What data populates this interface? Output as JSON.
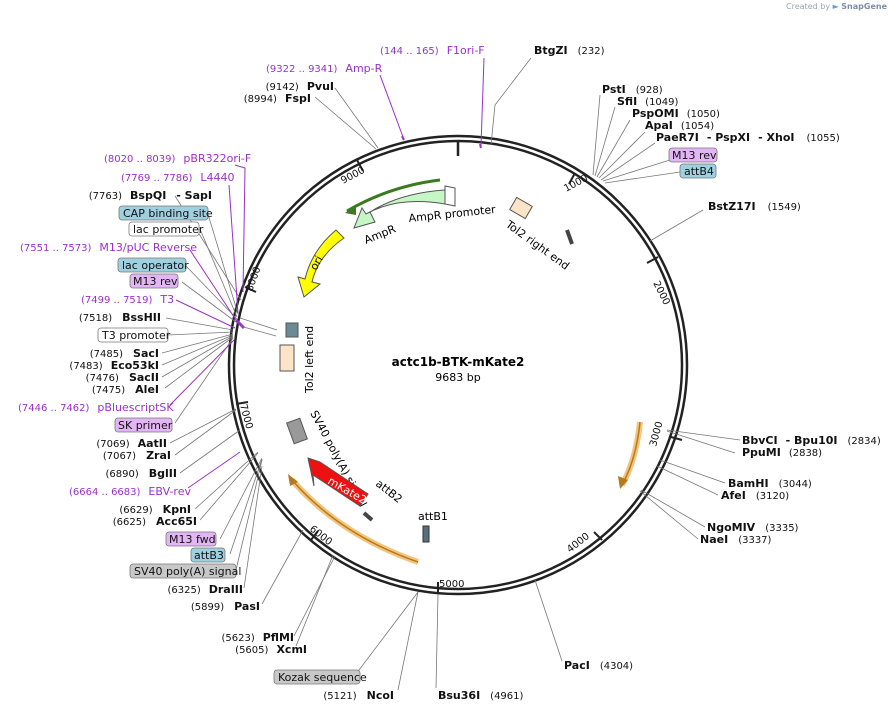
{
  "credit": {
    "prefix": "Created by",
    "brand": "SnapGene"
  },
  "plasmid": {
    "name": "actc1b-BTK-mKate2",
    "length": "9683 bp",
    "total_bp": 9683
  },
  "ticks": [
    "1000",
    "2000",
    "3000",
    "4000",
    "5000",
    "6000",
    "7000",
    "8000",
    "9000"
  ],
  "sites": [
    {
      "name": "BtgZI",
      "pos": "(232)"
    },
    {
      "name": "PstI",
      "pos": "(928)"
    },
    {
      "name": "SfiI",
      "pos": "(1049)"
    },
    {
      "name": "PspOMI",
      "pos": "(1050)"
    },
    {
      "name": "ApaI",
      "pos": "(1054)"
    },
    {
      "name": "PaeR7I",
      "pos": ""
    },
    {
      "name": "- PspXI",
      "pos": ""
    },
    {
      "name": "- XhoI",
      "pos": "(1055)"
    },
    {
      "name": "BstZ17I",
      "pos": "(1549)"
    },
    {
      "name": "BbvCI",
      "pos": ""
    },
    {
      "name": "- Bpu10I",
      "pos": "(2834)"
    },
    {
      "name": "PpuMI",
      "pos": "(2838)"
    },
    {
      "name": "BamHI",
      "pos": "(3044)"
    },
    {
      "name": "AfeI",
      "pos": "(3120)"
    },
    {
      "name": "NgoMIV",
      "pos": "(3335)"
    },
    {
      "name": "NaeI",
      "pos": "(3337)"
    },
    {
      "name": "PacI",
      "pos": "(4304)"
    },
    {
      "name": "Bsu36I",
      "pos": "(4961)"
    },
    {
      "name": "NcoI",
      "pos": "(5121)"
    },
    {
      "name": "XcmI",
      "pos": "(5605)"
    },
    {
      "name": "PflMI",
      "pos": "(5623)"
    },
    {
      "name": "PasI",
      "pos": "(5899)"
    },
    {
      "name": "DraIII",
      "pos": "(6325)"
    },
    {
      "name": "Acc65I",
      "pos": "(6625)"
    },
    {
      "name": "KpnI",
      "pos": "(6629)"
    },
    {
      "name": "BglII",
      "pos": "(6890)"
    },
    {
      "name": "ZraI",
      "pos": "(7067)"
    },
    {
      "name": "AatII",
      "pos": "(7069)"
    },
    {
      "name": "AleI",
      "pos": "(7475)"
    },
    {
      "name": "SacII",
      "pos": "(7476)"
    },
    {
      "name": "Eco53kI",
      "pos": "(7483)"
    },
    {
      "name": "SacI",
      "pos": "(7485)"
    },
    {
      "name": "BssHII",
      "pos": "(7518)"
    },
    {
      "name": "BspQI",
      "pos": "(7763)"
    },
    {
      "name": "- SapI",
      "pos": ""
    },
    {
      "name": "FspI",
      "pos": "(8994)"
    },
    {
      "name": "PvuI",
      "pos": "(9142)"
    }
  ],
  "primers": [
    {
      "range": "(144 .. 165)",
      "name": "F1ori-F"
    },
    {
      "range": "(9322 .. 9341)",
      "name": "Amp-R"
    },
    {
      "range": "(8020 .. 8039)",
      "name": "pBR322ori-F"
    },
    {
      "range": "(7769 .. 7786)",
      "name": "L4440"
    },
    {
      "range": "(7551 .. 7573)",
      "name": "M13/pUC Reverse"
    },
    {
      "range": "(7499 .. 7519)",
      "name": "T3"
    },
    {
      "range": "(7446 .. 7462)",
      "name": "pBluescriptSK"
    },
    {
      "range": "(6664 .. 6683)",
      "name": "EBV-rev"
    }
  ],
  "boxed_features": [
    {
      "label": "M13 rev",
      "kind": "primer_bind"
    },
    {
      "label": "attB4",
      "kind": "att"
    },
    {
      "label": "CAP binding site",
      "kind": "att"
    },
    {
      "label": "lac promoter",
      "kind": "promoter"
    },
    {
      "label": "lac operator",
      "kind": "att"
    },
    {
      "label": "M13 rev",
      "kind": "primer_bind"
    },
    {
      "label": "T3 promoter",
      "kind": "promoter"
    },
    {
      "label": "SK primer",
      "kind": "primer_bind"
    },
    {
      "label": "M13 fwd",
      "kind": "primer_bind"
    },
    {
      "label": "attB3",
      "kind": "att"
    },
    {
      "label": "SV40 poly(A) signal",
      "kind": "polyA"
    },
    {
      "label": "Kozak sequence",
      "kind": "polyA"
    }
  ],
  "inner_features": [
    {
      "label": "AmpR promoter"
    },
    {
      "label": "AmpR"
    },
    {
      "label": "ori"
    },
    {
      "label": "Tol2 right end"
    },
    {
      "label": "Tol2 left end"
    },
    {
      "label": "SV40 poly(A) signal"
    },
    {
      "label": "attB2"
    },
    {
      "label": "mKate2"
    },
    {
      "label": "attB1"
    }
  ],
  "colors": {
    "backbone": "#222222",
    "primer": "#9a30c8",
    "att": "#9fd0e0",
    "primer_bind": "#e3b5f5",
    "polyA": "#c8c8c8",
    "ampr": "#c6f5c6",
    "ori": "#ffff00",
    "mkate2": "#ee1111",
    "orf_arrow": "#f3c47a",
    "tol2": "#fde3c8"
  }
}
